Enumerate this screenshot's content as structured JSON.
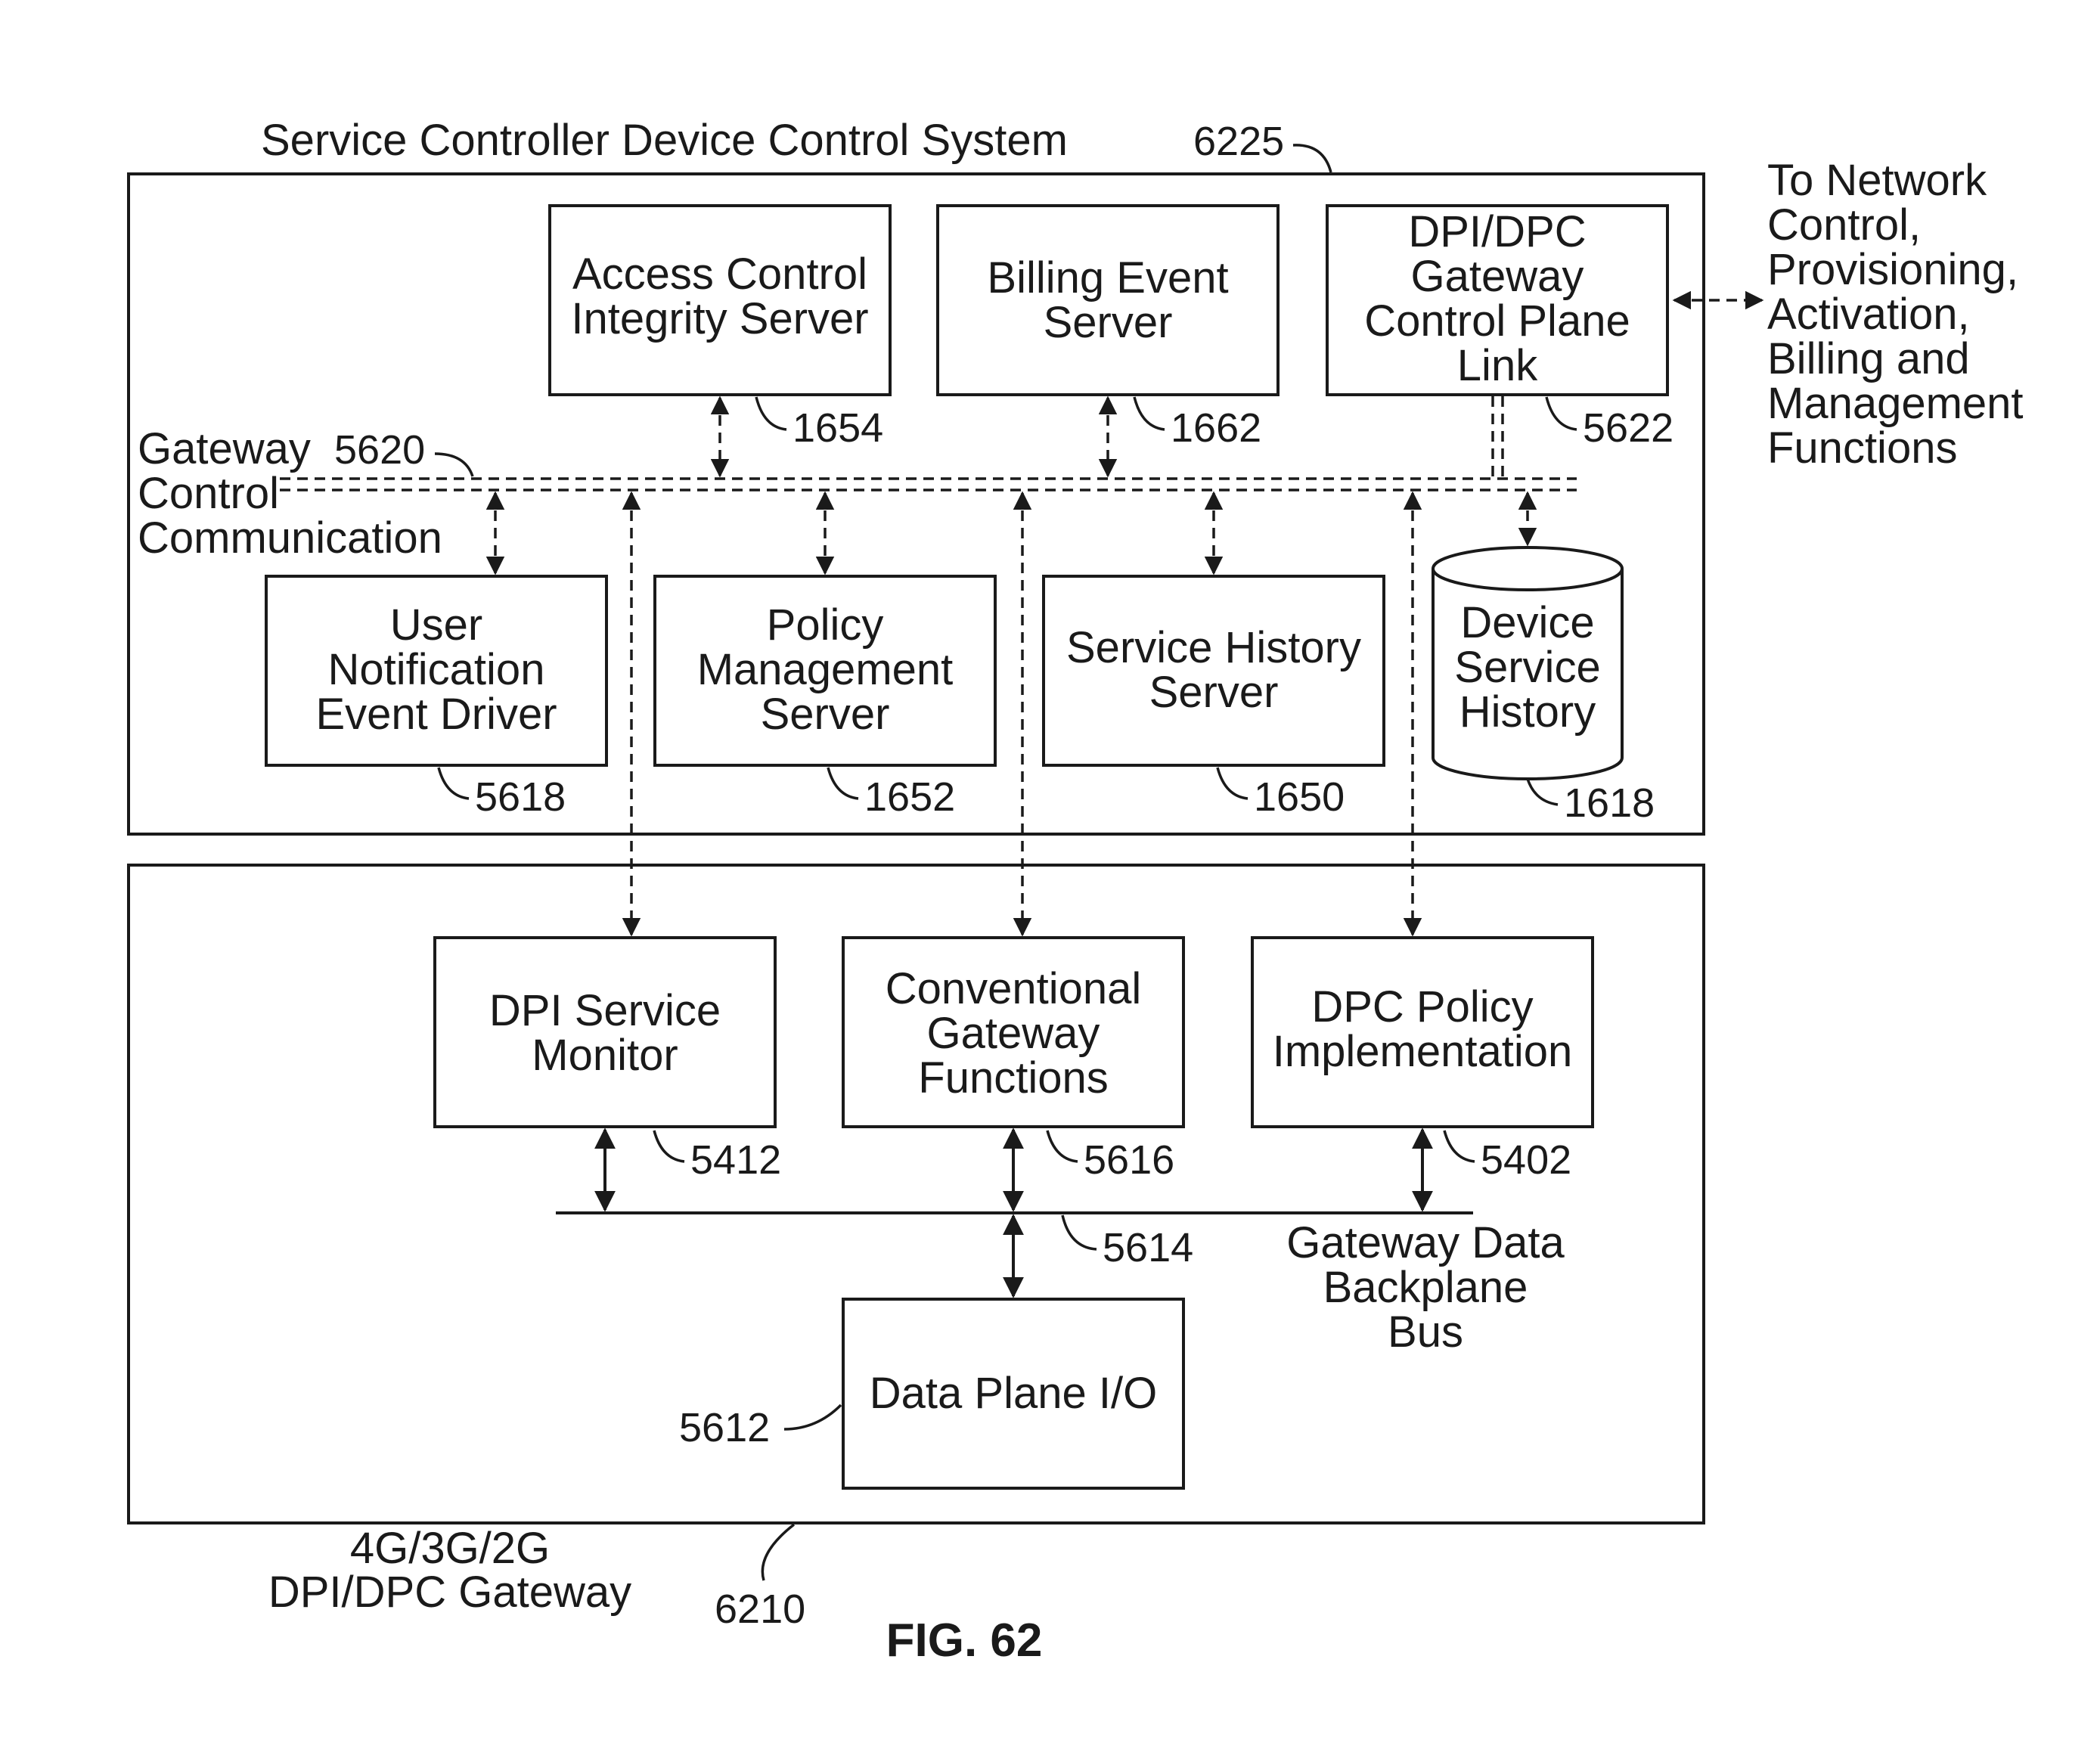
{
  "outer": {
    "top_title": "Service Controller Device Control System",
    "top_ref": "6225",
    "bottom_title_lines": [
      "4G/3G/2G",
      "DPI/DPC Gateway"
    ],
    "bottom_ref": "6210"
  },
  "external": {
    "lines": [
      "To Network",
      "Control,",
      "Provisioning,",
      "Activation,",
      "Billing and",
      "Management",
      "Functions"
    ]
  },
  "bus": {
    "control_label_lines": [
      "Gateway",
      "Control",
      "Communication"
    ],
    "control_ref": "5620",
    "data_label_lines": [
      "Gateway Data",
      "Backplane",
      "Bus"
    ],
    "data_ref": "5614"
  },
  "boxes": {
    "access_control": {
      "lines": [
        "Access Control",
        "Integrity Server"
      ],
      "ref": "1654"
    },
    "billing_event": {
      "lines": [
        "Billing Event",
        "Server"
      ],
      "ref": "1662"
    },
    "dpi_dpc_link": {
      "lines": [
        "DPI/DPC",
        "Gateway",
        "Control Plane",
        "Link"
      ],
      "ref": "5622"
    },
    "user_notification": {
      "lines": [
        "User",
        "Notification",
        "Event Driver"
      ],
      "ref": "5618"
    },
    "policy_management": {
      "lines": [
        "Policy",
        "Management",
        "Server"
      ],
      "ref": "1652"
    },
    "service_history": {
      "lines": [
        "Service History",
        "Server"
      ],
      "ref": "1650"
    },
    "device_service_history": {
      "lines": [
        "Device",
        "Service",
        "History"
      ],
      "ref": "1618"
    },
    "dpi_service_monitor": {
      "lines": [
        "DPI Service",
        "Monitor"
      ],
      "ref": "5412"
    },
    "conventional_gateway": {
      "lines": [
        "Conventional",
        "Gateway",
        "Functions"
      ],
      "ref": "5616"
    },
    "dpc_policy": {
      "lines": [
        "DPC Policy",
        "Implementation"
      ],
      "ref": "5402"
    },
    "data_plane_io": {
      "lines": [
        "Data Plane I/O"
      ],
      "ref": "5612"
    }
  },
  "figure_label": "FIG. 62"
}
